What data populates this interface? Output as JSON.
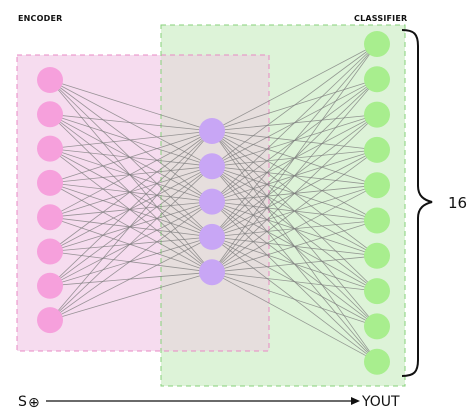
{
  "encoder_label": "ENCODER",
  "classifier_label": "CLASSIFIER",
  "brace_count_label": "16",
  "input_label_s": "S",
  "input_label_symbol": "⊕",
  "output_label": "YOUT",
  "layers": [
    {
      "name": "input",
      "node_count": 8,
      "color": "#f6a0dc"
    },
    {
      "name": "latent",
      "node_count": 5,
      "color": "#c8a6f5"
    },
    {
      "name": "output",
      "node_count": 10,
      "color": "#a8ee8e"
    }
  ],
  "colors": {
    "encoder_region": "#f6dcef",
    "encoder_border": "#e88ac4",
    "classifier_region": "#ddf3d8",
    "classifier_border": "#86d27a",
    "overlap_region": "#e6dedd",
    "edge": "#7a7a7a"
  }
}
